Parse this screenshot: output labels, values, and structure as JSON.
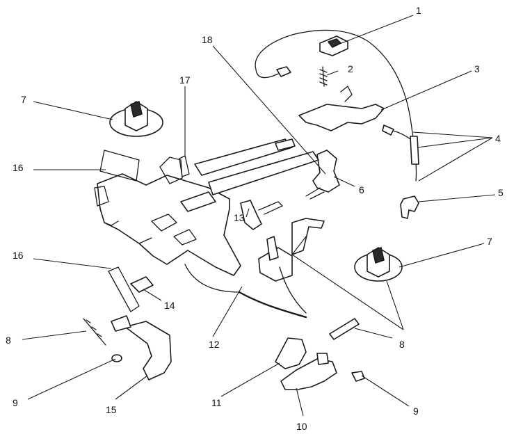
{
  "diagram": {
    "callouts": [
      {
        "id": "c1",
        "text": "1"
      },
      {
        "id": "c2",
        "text": "2"
      },
      {
        "id": "c3",
        "text": "3"
      },
      {
        "id": "c4",
        "text": "4"
      },
      {
        "id": "c5",
        "text": "5"
      },
      {
        "id": "c6",
        "text": "6"
      },
      {
        "id": "c7a",
        "text": "7"
      },
      {
        "id": "c7b",
        "text": "7"
      },
      {
        "id": "c8a",
        "text": "8"
      },
      {
        "id": "c8b",
        "text": "8"
      },
      {
        "id": "c9a",
        "text": "9"
      },
      {
        "id": "c9b",
        "text": "9"
      },
      {
        "id": "c10",
        "text": "10"
      },
      {
        "id": "c11",
        "text": "11"
      },
      {
        "id": "c12",
        "text": "12"
      },
      {
        "id": "c13",
        "text": "13"
      },
      {
        "id": "c14",
        "text": "14"
      },
      {
        "id": "c15",
        "text": "15"
      },
      {
        "id": "c16a",
        "text": "16"
      },
      {
        "id": "c16b",
        "text": "16"
      },
      {
        "id": "c17",
        "text": "17"
      },
      {
        "id": "c18",
        "text": "18"
      }
    ]
  }
}
